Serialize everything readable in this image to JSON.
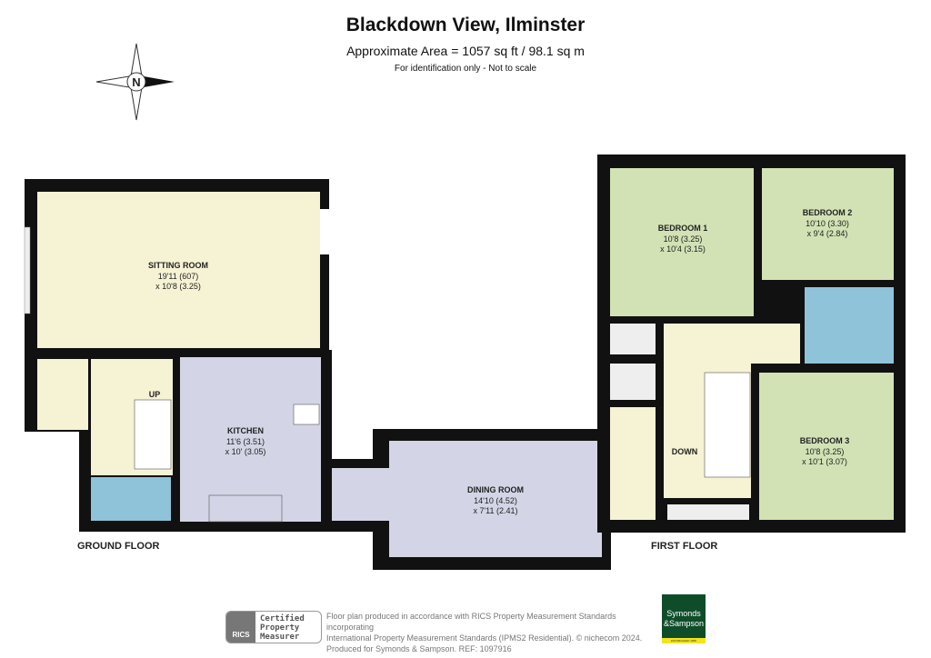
{
  "header": {
    "title": "Blackdown View, Ilminster",
    "area": "Approximate Area = 1057 sq ft / 98.1 sq m",
    "note": "For identification only - Not to scale"
  },
  "compass": {
    "letter": "N",
    "icon": "compass-rose-icon"
  },
  "ground_floor": {
    "label": "GROUND FLOOR",
    "rooms": [
      {
        "name": "SITTING ROOM",
        "dim1": "19'11 (607)",
        "dim2": "x 10'8 (3.25)"
      },
      {
        "name": "KITCHEN",
        "dim1": "11'6 (3.51)",
        "dim2": "x 10' (3.05)"
      },
      {
        "name": "DINING ROOM",
        "dim1": "14'10 (4.52)",
        "dim2": "x 7'11 (2.41)"
      }
    ],
    "stairs": "UP"
  },
  "first_floor": {
    "label": "FIRST FLOOR",
    "rooms": [
      {
        "name": "BEDROOM 1",
        "dim1": "10'8 (3.25)",
        "dim2": "x 10'4 (3.15)"
      },
      {
        "name": "BEDROOM 2",
        "dim1": "10'10 (3.30)",
        "dim2": "x 9'4 (2.84)"
      },
      {
        "name": "BEDROOM 3",
        "dim1": "10'8 (3.25)",
        "dim2": "x 10'1 (3.07)"
      }
    ],
    "stairs": "DOWN"
  },
  "colors": {
    "sitting": "#f6f2d4",
    "kitchen": "#d3d5e6",
    "wc": "#8ec3da",
    "bedroom": "#d2e2b4",
    "wall": "#111111",
    "brand": "#0f4d2a"
  },
  "footer": {
    "rics_logo": "RICS",
    "cert": [
      "Certified",
      "Property",
      "Measurer"
    ],
    "text": [
      "Floor plan produced in accordance with RICS Property Measurement Standards incorporating",
      "International Property Measurement Standards (IPMS2 Residential).   © nichecom 2024.",
      "Produced for Symonds & Sampson.   REF:  1097916"
    ],
    "brand": [
      "Symonds",
      "&Sampson"
    ],
    "brand_tag": "ESTABLISHED 1858"
  }
}
